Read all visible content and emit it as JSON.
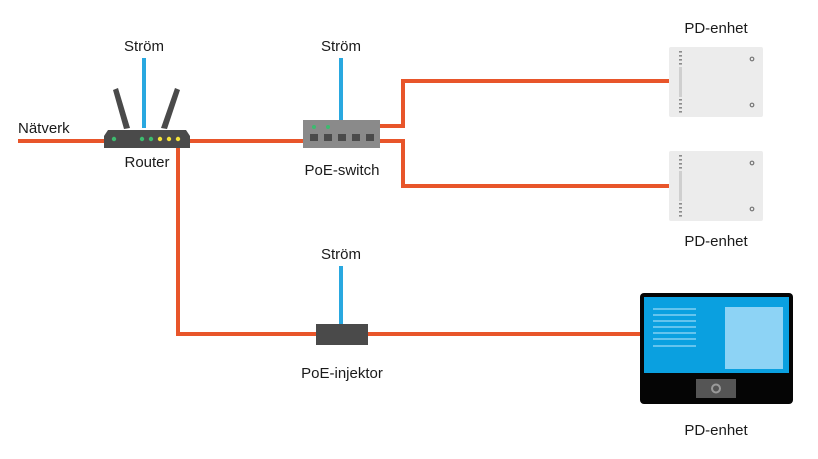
{
  "title": "PoE-nätverksdiagram",
  "colors": {
    "ethernet": "#e8552a",
    "power": "#29a8e0",
    "device_dark": "#4a4a4a",
    "switch_gray": "#8a8a8a",
    "led_green": "#3dba6f",
    "led_yellow": "#f5e23a",
    "pd_panel": "#ececec",
    "screen": "#0aa0e0",
    "screen_panel": "#8dd3f5"
  },
  "labels": {
    "network": "Nätverk",
    "router": "Router",
    "router_power": "Ström",
    "switch": "PoE-switch",
    "switch_power": "Ström",
    "injector": "PoE-injektor",
    "injector_power": "Ström",
    "pd_top": "PD-enhet",
    "pd_middle": "PD-enhet",
    "pd_bottom": "PD-enhet"
  },
  "nodes": [
    {
      "id": "network",
      "type": "network-input"
    },
    {
      "id": "router",
      "type": "router",
      "leds": [
        "green",
        "green",
        "green",
        "yellow",
        "yellow",
        "yellow"
      ]
    },
    {
      "id": "poe-switch",
      "type": "switch",
      "leds": [
        "green",
        "green"
      ],
      "ports": 5
    },
    {
      "id": "poe-injector",
      "type": "injector"
    },
    {
      "id": "pd-top",
      "type": "wall-panel"
    },
    {
      "id": "pd-middle",
      "type": "wall-panel"
    },
    {
      "id": "pd-bottom",
      "type": "touch-display"
    }
  ],
  "connections": [
    {
      "from": "network",
      "to": "router",
      "kind": "ethernet"
    },
    {
      "from": "router",
      "to": "poe-switch",
      "kind": "ethernet"
    },
    {
      "from": "poe-switch",
      "to": "pd-top",
      "kind": "poe"
    },
    {
      "from": "poe-switch",
      "to": "pd-middle",
      "kind": "poe"
    },
    {
      "from": "router",
      "to": "poe-injector",
      "kind": "ethernet"
    },
    {
      "from": "poe-injector",
      "to": "pd-bottom",
      "kind": "poe"
    },
    {
      "from": "router-power",
      "to": "router",
      "kind": "power"
    },
    {
      "from": "switch-power",
      "to": "poe-switch",
      "kind": "power"
    },
    {
      "from": "injector-power",
      "to": "poe-injector",
      "kind": "power"
    }
  ]
}
